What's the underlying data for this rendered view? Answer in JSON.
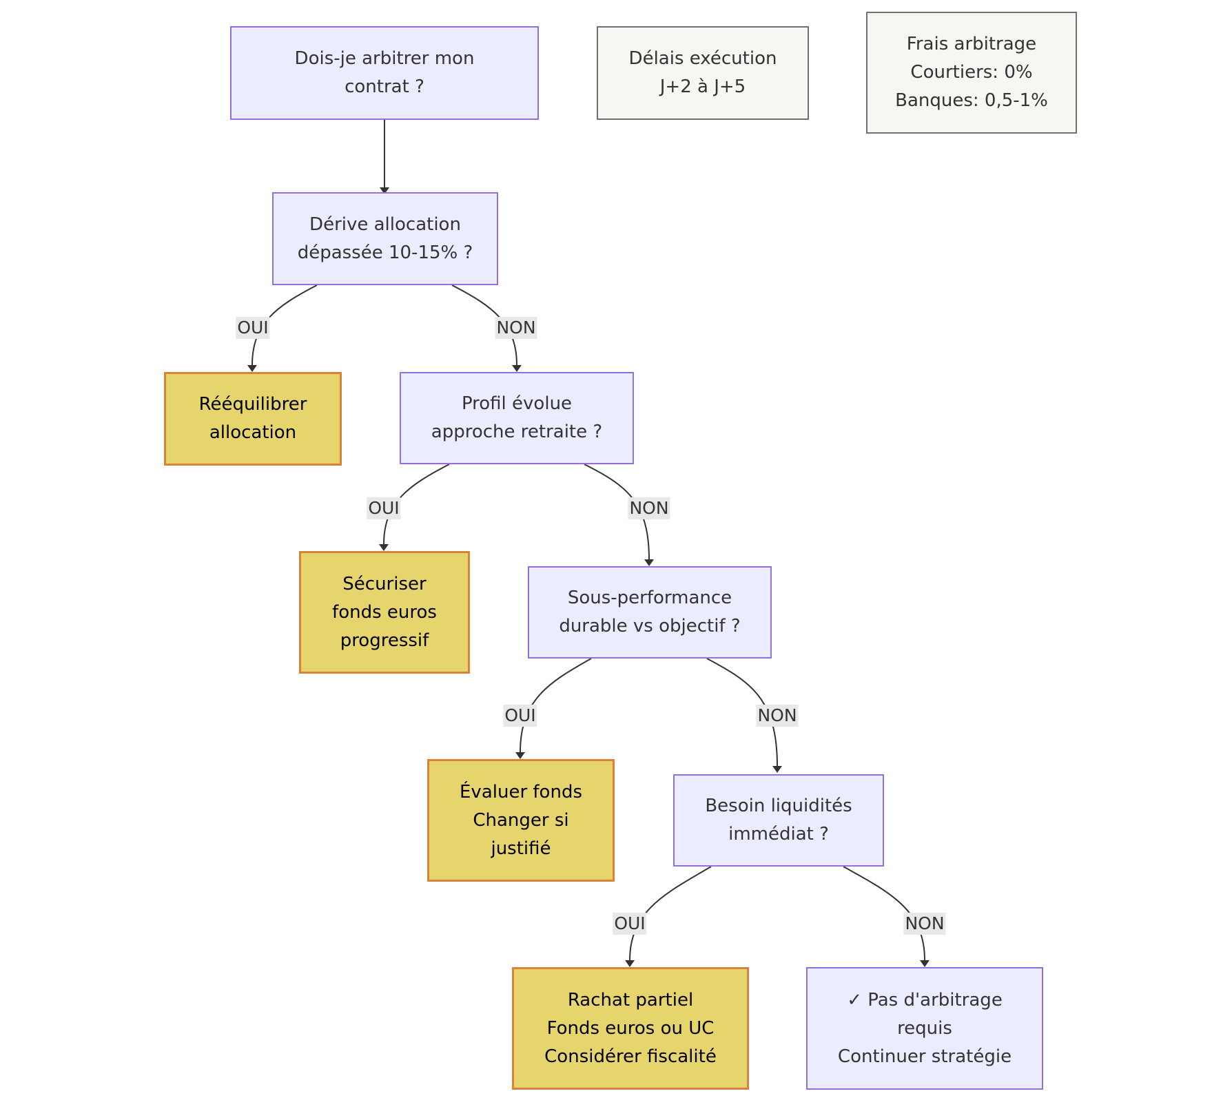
{
  "nodes": {
    "start": {
      "lines": [
        "Dois-je arbitrer mon",
        "contrat ?"
      ]
    },
    "drift": {
      "lines": [
        "Dérive allocation",
        "dépassée 10-15% ?"
      ]
    },
    "rebalance": {
      "lines": [
        "Rééquilibrer",
        "allocation"
      ]
    },
    "profile": {
      "lines": [
        "Profil évolue",
        "approche retraite ?"
      ]
    },
    "secure": {
      "lines": [
        "Sécuriser",
        "fonds euros",
        "progressif"
      ]
    },
    "underperf": {
      "lines": [
        "Sous-performance",
        "durable vs objectif ?"
      ]
    },
    "evaluate": {
      "lines": [
        "Évaluer fonds",
        "Changer si",
        "justifié"
      ]
    },
    "liquidity": {
      "lines": [
        "Besoin liquidités",
        "immédiat ?"
      ]
    },
    "buyback": {
      "lines": [
        "Rachat partiel",
        "Fonds euros ou UC",
        "Considérer fiscalité"
      ]
    },
    "no_arb": {
      "lines": [
        "✓ Pas d'arbitrage",
        "requis",
        "Continuer stratégie"
      ]
    }
  },
  "notes": {
    "delays": {
      "lines": [
        "Délais exécution",
        "J+2 à J+5"
      ]
    },
    "fees": {
      "lines": [
        "Frais arbitrage",
        "Courtiers: 0%",
        "Banques: 0,5-1%"
      ]
    }
  },
  "edge_labels": {
    "yes": "OUI",
    "no": "NON"
  },
  "colors": {
    "question_fill": "#ECECFF",
    "question_border": "#9370DB",
    "action_fill": "#E6D46C",
    "action_border": "#D9823B",
    "note_fill": "#F7F6F2",
    "note_border": "#707070",
    "edge_label_bg": "#E8E8E8"
  }
}
